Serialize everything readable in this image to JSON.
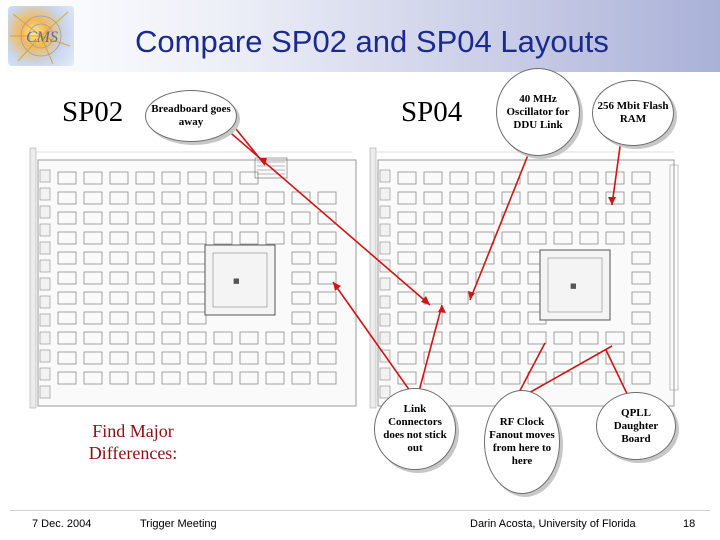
{
  "slide": {
    "title": "Compare SP02 and SP04 Layouts",
    "left_board_label": "SP02",
    "right_board_label": "SP04",
    "question_line1": "Find Major",
    "question_line2": "Differences:",
    "callouts": {
      "breadboard": "Breadboard goes away",
      "oscillator": "40 MHz Oscillator for DDU Link",
      "flash": "256 Mbit Flash RAM",
      "link_connectors": "Link Connectors does not stick out",
      "rf_clock": "RF Clock Fanout moves from here to here",
      "qpll": "QPLL Daughter Board"
    }
  },
  "footer": {
    "date": "7 Dec. 2004",
    "meeting": "Trigger Meeting",
    "author": "Darin Acosta, University of Florida",
    "page": "18"
  },
  "colors": {
    "title": "#1b2a8f",
    "question_text": "#8b1111",
    "arrow": "#d01515"
  }
}
